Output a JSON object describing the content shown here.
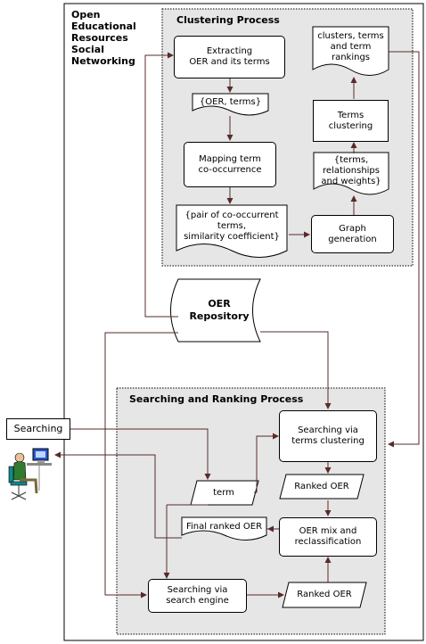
{
  "container": {
    "label": "Open\nEducational\nResources\nSocial\nNetworking"
  },
  "clustering": {
    "title": "Clustering Process",
    "extracting": "Extracting\nOER and its terms",
    "oer_terms": "{OER, terms}",
    "mapping": "Mapping term\nco-occurrence",
    "pair": "{pair of co-occurrent\nterms,\nsimilarity coefficient}",
    "graph": "Graph\ngeneration",
    "relationships": "{terms,\nrelationships\nand weights}",
    "terms_clustering": "Terms\nclustering",
    "output": "clusters, terms\nand term\nrankings"
  },
  "repository": {
    "label": "OER\nRepository"
  },
  "searching": {
    "title": "Searching and Ranking Process",
    "via_clusters": "Searching via\nterms clustering",
    "ranked_top": "Ranked OER",
    "mix": "OER mix and\nreclassification",
    "final": "Final ranked OER",
    "term": "term",
    "via_engine": "Searching via\nsearch engine",
    "ranked_bottom": "Ranked OER"
  },
  "user": {
    "label": "Searching",
    "icon": "user-at-computer-icon"
  }
}
